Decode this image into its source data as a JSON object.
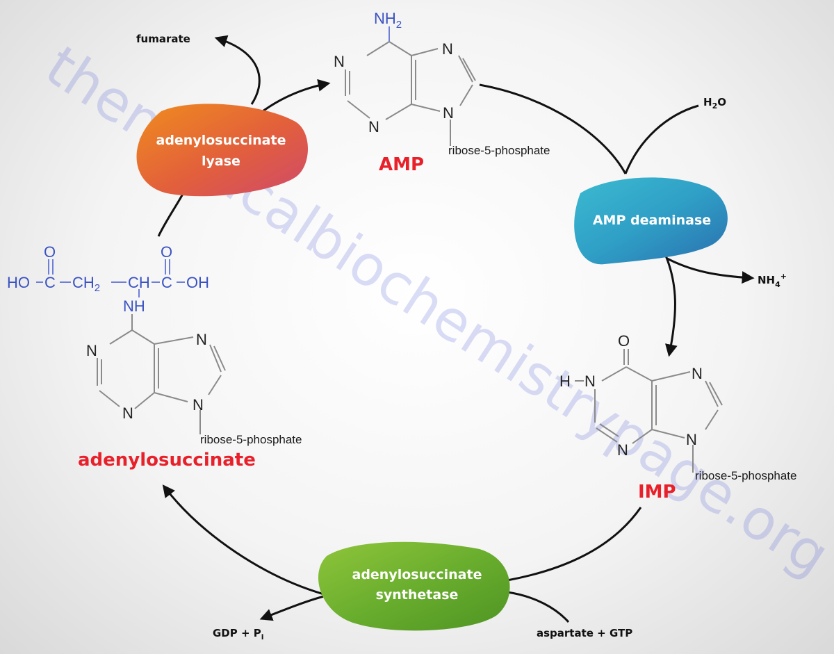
{
  "watermark": "themedicalbiochemistrypage.org",
  "enzymes": {
    "lyase": [
      "adenylosuccinate",
      "lyase"
    ],
    "deaminase": "AMP deaminase",
    "synthetase": [
      "adenylosuccinate",
      "synthetase"
    ]
  },
  "compounds": {
    "amp": "AMP",
    "imp": "IMP",
    "adenylosuccinate": "adenylosuccinate"
  },
  "substituents": {
    "ribose": "ribose-5-phosphate"
  },
  "atoms": {
    "n": "N",
    "o": "O",
    "h": "H",
    "nh": "NH",
    "nh2": "NH",
    "nh2_sub": "2",
    "ho": "HO",
    "oh": "OH",
    "c": "C",
    "ch2": "CH",
    "ch2_sub": "2",
    "ch": "CH"
  },
  "cofactors": {
    "fumarate": "fumarate",
    "h2o_main": "H",
    "h2o_sub": "2",
    "h2o_tail": "O",
    "nh4_main": "NH",
    "nh4_sub": "4",
    "nh4_sup": "+",
    "gdp_main": "GDP + P",
    "gdp_sub": "i",
    "aspartate_gtp": "aspartate + GTP"
  },
  "colors": {
    "lyase_gradient": [
      "#ef8c1e",
      "#e25f3c",
      "#cf4a6b"
    ],
    "deaminase_gradient": [
      "#3bbad0",
      "#2f9fc6",
      "#2a6fae"
    ],
    "synthetase_gradient": [
      "#8fc53a",
      "#6aae2e",
      "#4e9422"
    ],
    "structure_blue": "#3a52c2",
    "compound_red": "#e8202a",
    "watermark": "#4b58d6"
  }
}
